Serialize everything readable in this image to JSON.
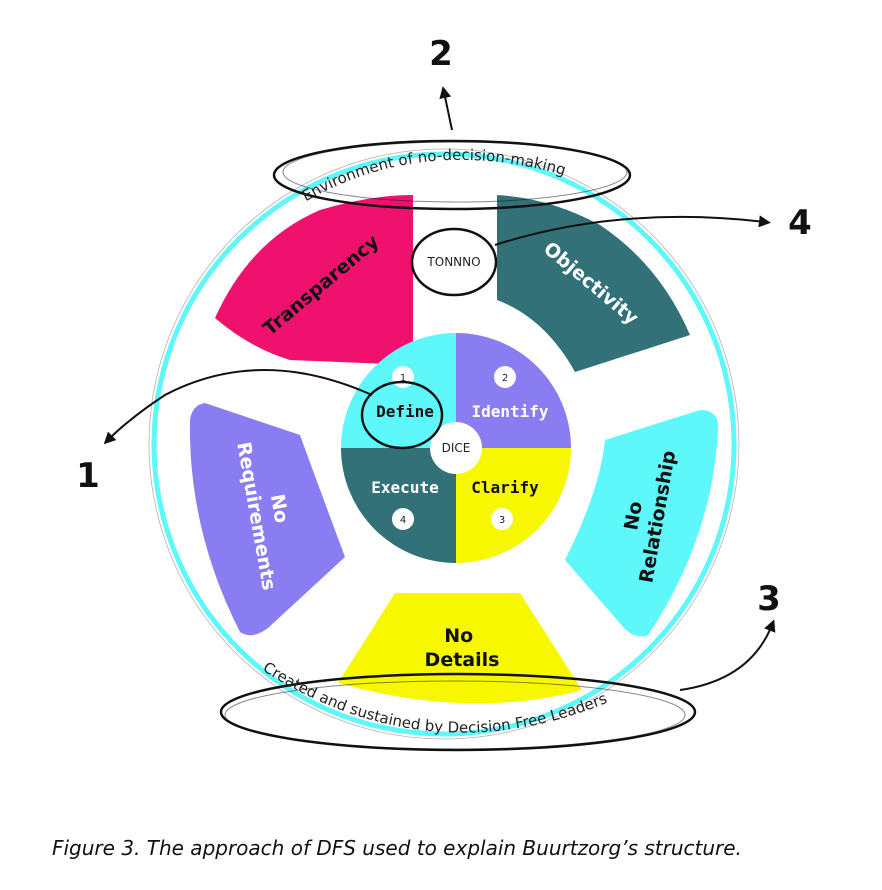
{
  "arc_top": "Environment of no-decision-making",
  "arc_bottom": "Created and sustained by Decision Free Leaders",
  "segments": {
    "transparency": "Transparency",
    "objectivity": "Objectivity",
    "no_requirements_line1": "No",
    "no_requirements_line2": "Requirements",
    "no_relationship_line1": "No",
    "no_relationship_line2": "Relationship",
    "no_details_line1": "No",
    "no_details_line2": "Details"
  },
  "tonnno": "TONNNO",
  "dice": {
    "center": "DICE",
    "define": "Define",
    "identify": "Identify",
    "clarify": "Clarify",
    "execute": "Execute",
    "n1": "1",
    "n2": "2",
    "n3": "3",
    "n4": "4"
  },
  "callouts": {
    "c1": "1",
    "c2": "2",
    "c3": "3",
    "c4": "4"
  },
  "caption": "Figure 3. The approach of DFS used to explain Buurtzorg’s structure.",
  "colors": {
    "magenta": "#f0116f",
    "teal_dark": "#337179",
    "purple": "#8a7df2",
    "cyan": "#5ef8fb",
    "yellow": "#f7f800"
  }
}
